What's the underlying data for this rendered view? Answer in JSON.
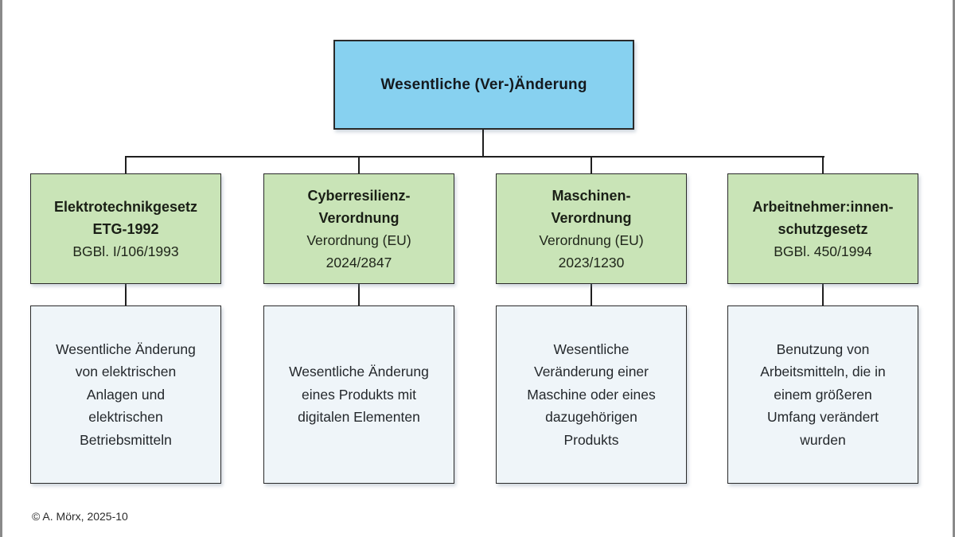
{
  "diagram": {
    "root_label": "Wesentliche (Ver-)Änderung",
    "branches": [
      {
        "heading": "Elektrotechnikgesetz\nETG-1992",
        "subheading": "BGBl. I/106/1993",
        "detail": "Wesentliche Änderung\nvon elektrischen\nAnlagen und\nelektrischen\nBetriebsmitteln"
      },
      {
        "heading": "Cyberresilienz-\nVerordnung",
        "subheading": "Verordnung (EU)\n2024/2847",
        "detail": "Wesentliche Änderung\neines Produkts mit\ndigitalen Elementen"
      },
      {
        "heading": "Maschinen-\nVerordnung",
        "subheading": "Verordnung (EU)\n2023/1230",
        "detail": "Wesentliche\nVeränderung einer\nMaschine oder eines\ndazugehörigen\nProdukts"
      },
      {
        "heading": "Arbeitnehmer:innen-\nschutzgesetz",
        "subheading": "BGBl. 450/1994",
        "detail": "Benutzung von\nArbeitsmitteln, die in\neinem größeren\nUmfang verändert\nwurden"
      }
    ],
    "footer": "© A. Mörx, 2025-10",
    "colors": {
      "root_fill": "#87d1f0",
      "branch_fill": "#c9e4b7",
      "detail_fill": "#eff5f9",
      "border": "#2a2a2a",
      "connector": "#1f1f1f",
      "edge_bar": "#8a8a8a"
    }
  }
}
